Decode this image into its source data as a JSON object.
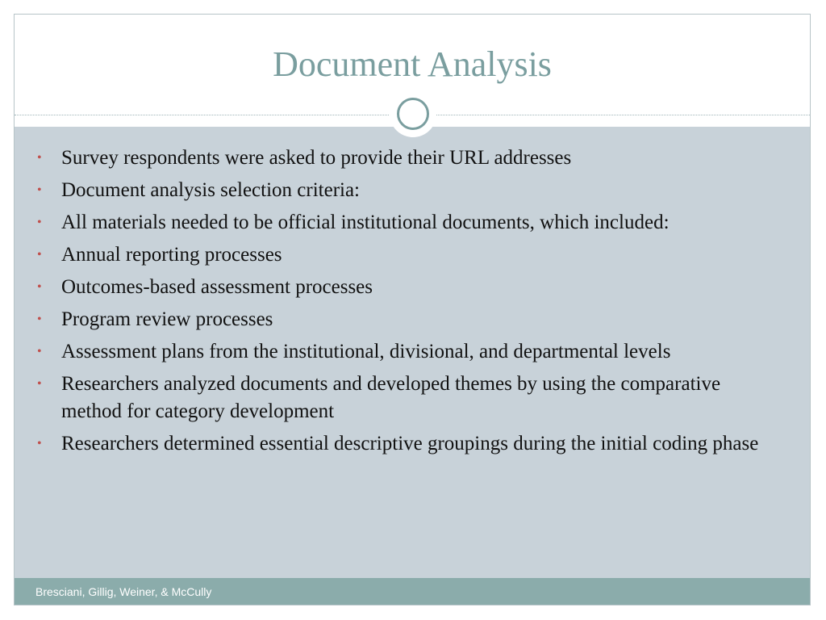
{
  "slide": {
    "title": "Document Analysis",
    "bullets": [
      "Survey respondents were asked to provide their URL addresses",
      "Document analysis selection criteria:",
      "All materials needed to be official institutional documents, which included:",
      "Annual reporting processes",
      "Outcomes-based assessment processes",
      "Program review processes",
      "Assessment plans from the institutional, divisional, and departmental levels",
      "Researchers analyzed documents and developed themes by using the comparative method for category development",
      "Researchers determined essential descriptive groupings during the initial coding phase"
    ],
    "bullet_symbol": "•",
    "footer": "Bresciani, Gillig, Weiner, & McCully"
  },
  "colors": {
    "title": "#7a9e9f",
    "body_background": "#c8d2d9",
    "footer_background": "#8bacab",
    "bullet": "#c0504d"
  },
  "icons": {
    "ornament": "circle-ring-icon"
  }
}
